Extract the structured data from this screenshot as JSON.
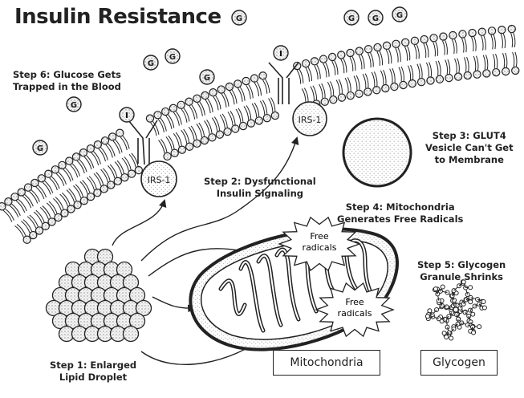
{
  "title": "Insulin Resistance",
  "steps": {
    "step1": [
      "Step 1: Enlarged",
      "Lipid Droplet"
    ],
    "step2": [
      "Step 2: Dysfunctional",
      "Insulin Signaling"
    ],
    "step3": [
      "Step 3: GLUT4",
      "Vesicle Can't Get",
      "to Membrane"
    ],
    "step4": [
      "Step 4: Mitochondria",
      "Generates Free Radicals"
    ],
    "step5": [
      "Step 5: Glycogen",
      "Granule Shrinks"
    ],
    "step6": [
      "Step 6: Glucose Gets",
      "Trapped in the Blood"
    ]
  },
  "labels": {
    "mitochondria": "Mitochondria",
    "glycogen": "Glycogen",
    "irs1": "IRS-1",
    "insulin": "I",
    "glucose": "G",
    "free_radicals": [
      "Free",
      "radicals"
    ]
  },
  "colors": {
    "ink": "#222222",
    "paper": "#ffffff",
    "stipple": "#9a9a9a"
  }
}
